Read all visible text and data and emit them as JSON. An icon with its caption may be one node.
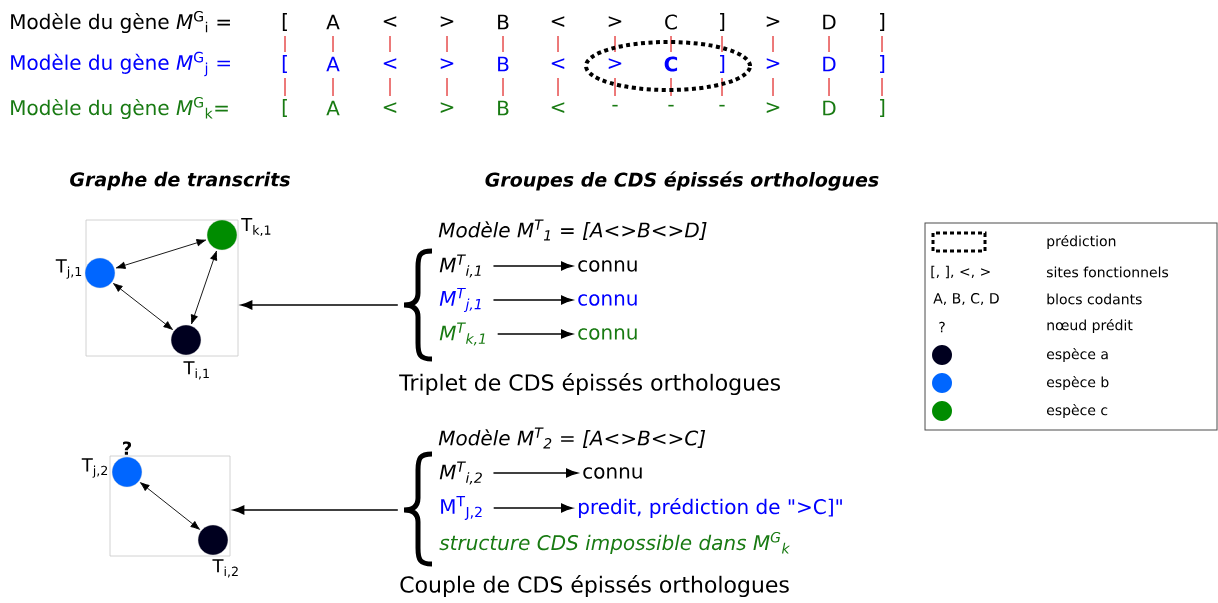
{
  "diagram": {
    "nodes": [
      {
        "text": [],
        "shape": "box"
      },
      {
        "text": [],
        "shape": "circle",
        "in": 0,
        "beside": [
          "T$_{k,1}$"
        ]
      },
      {
        "text": [],
        "shape": "circle",
        "in": 0,
        "beside": [
          "T$_{j,1}$"
        ]
      },
      {
        "text": [],
        "shape": "circle",
        "in": 0,
        "beside": [
          "T$_{i,1}$"
        ]
      },
      {
        "text": [
          "Modèle M$^{T}$$_{1}$ = [A<>B<>D]",
          "Triplet de CDS épissés orthologues"
        ]
      },
      {
        "text": [
          "M$^{T}$$_{i,1}$"
        ],
        "in": 4
      },
      {
        "text": [
          "connu"
        ],
        "in": 4
      },
      {
        "text": [
          "M$^{T}$$_{j,1}$"
        ],
        "in": 4
      },
      {
        "text": [
          "connu"
        ],
        "in": 4
      },
      {
        "text": [
          "M$^{T}$$_{k,1}$"
        ],
        "in": 4
      },
      {
        "text": [
          "connu"
        ],
        "in": 4
      },
      {
        "text": [],
        "shape": "box"
      },
      {
        "text": [],
        "shape": "circle",
        "in": 11,
        "beside": [
          "?",
          "T$_{j,2}$"
        ]
      },
      {
        "text": [],
        "shape": "circle",
        "in": 11,
        "beside": [
          "T$_{i,2}$"
        ]
      },
      {
        "text": [
          "Modèle M$^{T}$$_{2}$ = [A<>B<>C]",
          "Couple de CDS épissés orthologues"
        ]
      },
      {
        "text": [
          "M$^{T}$$_{i,2}$"
        ],
        "in": 14
      },
      {
        "text": [
          "connu"
        ],
        "in": 14
      },
      {
        "text": [
          "M$^{T}$$_{J,2}$"
        ],
        "in": 14
      },
      {
        "text": [
          "predit, prédiction de \">C]\""
        ],
        "in": 14
      },
      {
        "text": [
          "structure CDS impossible dans M$^{G}$$_{k}$"
        ],
        "in": 14
      }
    ],
    "edges": [
      {
        "from": 2,
        "to": 1,
        "arrow": "both"
      },
      {
        "from": 1,
        "to": 3,
        "arrow": "both"
      },
      {
        "from": 2,
        "to": 3,
        "arrow": "both"
      },
      {
        "from": 4,
        "to": 0,
        "arrow": "to"
      },
      {
        "from": 5,
        "to": 6,
        "arrow": "to"
      },
      {
        "from": 7,
        "to": 8,
        "arrow": "to"
      },
      {
        "from": 9,
        "to": 10,
        "arrow": "to"
      },
      {
        "from": 12,
        "to": 13,
        "arrow": "both"
      },
      {
        "from": 14,
        "to": 11,
        "arrow": "to"
      },
      {
        "from": 15,
        "to": 16,
        "arrow": "to"
      },
      {
        "from": 17,
        "to": 18,
        "arrow": "to"
      }
    ],
    "labels": [
      "Modèle du gène *M*$^{G}$$_{i}$ =",
      "[",
      "A",
      "<",
      ">",
      "B",
      "<",
      ">",
      "C",
      "]",
      ">",
      "D",
      "]",
      "Modèle du gène *M*$^{G}$$_{j}$ =",
      "[",
      "A",
      "<",
      ">",
      "B",
      "<",
      ">",
      "C",
      "]",
      ">",
      "D",
      "]",
      "Modèle du gène *M*$^{G}$$_{k}$=",
      "[",
      "A",
      "<",
      ">",
      "B",
      "<",
      "-",
      "-",
      "-",
      ">",
      "D",
      "]",
      "Graphe de transcrits",
      "Groupes de CDS épissés orthologues",
      "[, ], <, >",
      "A, B, C, D",
      "?"
    ],
    "legend": [
      {
        "text": "prédiction"
      },
      {
        "text": "sites fonctionnels"
      },
      {
        "text": "blocs codants"
      },
      {
        "text": "nœud prédit"
      },
      {
        "text": "espèce a",
        "color": "#00001f"
      },
      {
        "text": "espèce b",
        "color": "#0066ff"
      },
      {
        "text": "espèce c",
        "color": "#008c00"
      }
    ]
  }
}
